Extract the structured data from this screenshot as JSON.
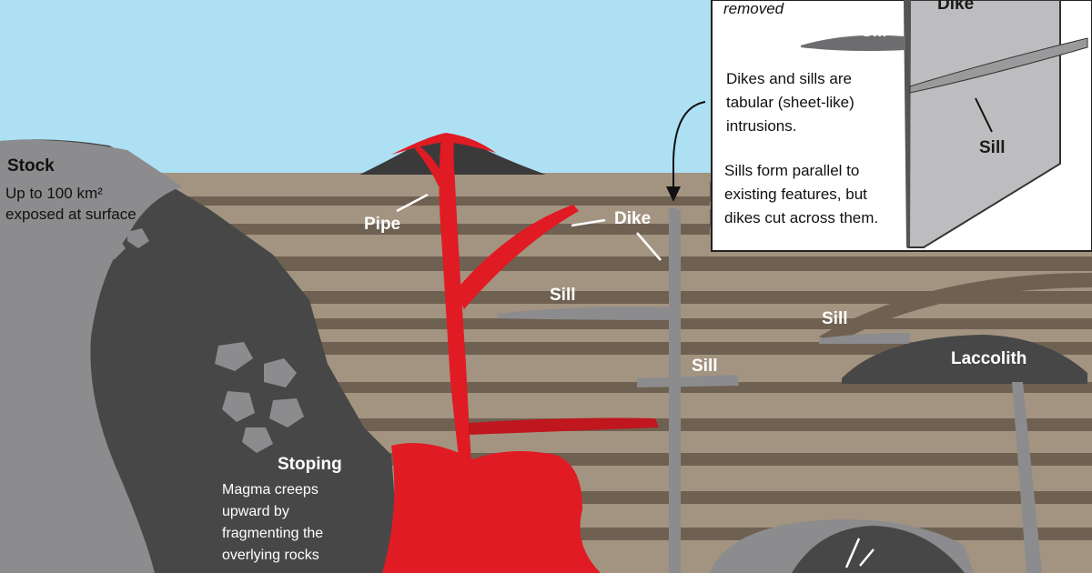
{
  "colors": {
    "sky": "#aee0f4",
    "layer_light": "#a39481",
    "layer_dark": "#6f6152",
    "intrusion_gray": "#8c8c8e",
    "stock_dark": "#474747",
    "magma_red": "#e01b23",
    "volcano": "#3a3a3a"
  },
  "labels": {
    "stock_title": "Stock",
    "stock_line1": "Up to 100 km²",
    "stock_line2": "exposed at surface",
    "pipe": "Pipe",
    "dike": "Dike",
    "sill_upper": "Sill",
    "sill_mid": "Sill",
    "sill_right": "Sill",
    "laccolith": "Laccolith",
    "stoping_title": "Stoping",
    "stoping_body": [
      "Magma creeps",
      "upward by",
      "fragmenting the",
      "overlying rocks"
    ]
  },
  "inset": {
    "italic_note": "removed",
    "block_dike_label": "Dike",
    "block_sill_top_label": "Sill",
    "block_sill_arrow_label": "Sill",
    "paragraph1": [
      "Dikes and sills are",
      "tabular (sheet-like)",
      "intrusions."
    ],
    "paragraph2": [
      "Sills form parallel to",
      "existing features, but",
      "dikes cut across them."
    ]
  }
}
